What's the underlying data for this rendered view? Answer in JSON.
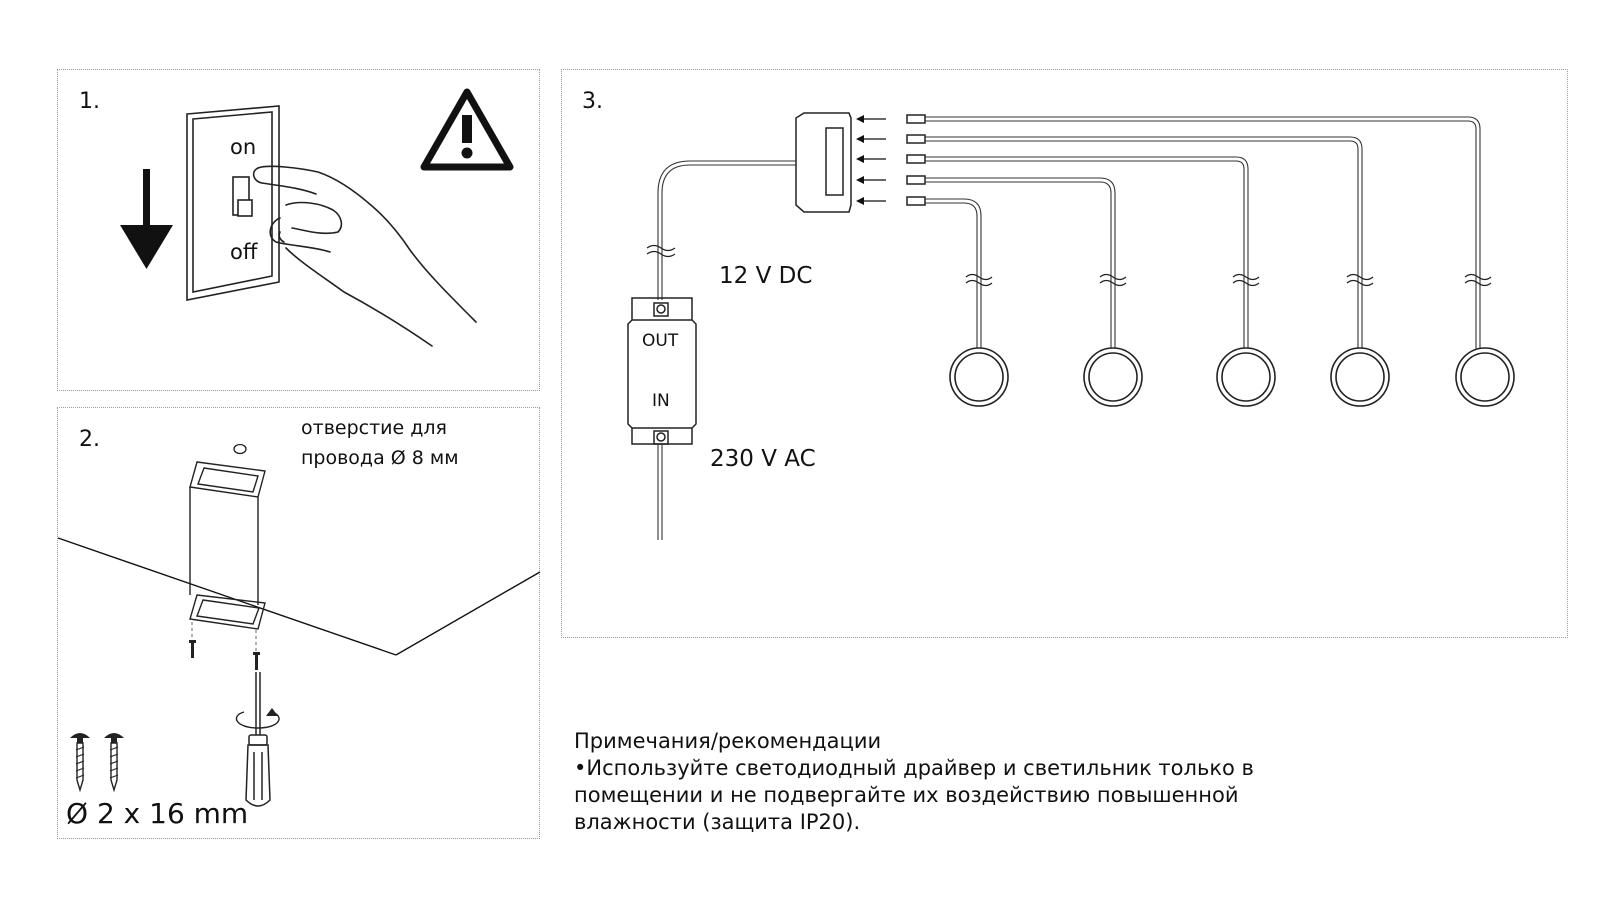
{
  "step1": {
    "number": "1.",
    "switch_on": "on",
    "switch_off": "off"
  },
  "step2": {
    "number": "2.",
    "hole_label_line1": "отверстие для",
    "hole_label_line2": "провода  Ø 8 мм",
    "screw_size": "Ø 2 x 16 mm"
  },
  "step3": {
    "number": "3.",
    "driver_out": "OUT",
    "driver_in": "IN",
    "dc_label": "12 V DC",
    "ac_label": "230 V AC"
  },
  "notes": {
    "title": "Примечания/рекомендации",
    "bullet_line1": "Используйте светодиодный драйвер и светильник только в",
    "bullet_line2": "помещении и не подвергайте их воздействию повышенной",
    "bullet_line3": "влажности (защита IP20)."
  },
  "icons": {
    "warning": "warning-triangle-icon",
    "arrow": "down-arrow-icon",
    "screw": "screw-icon",
    "screwdriver": "screwdriver-icon",
    "rotation": "rotation-arrow-icon"
  }
}
